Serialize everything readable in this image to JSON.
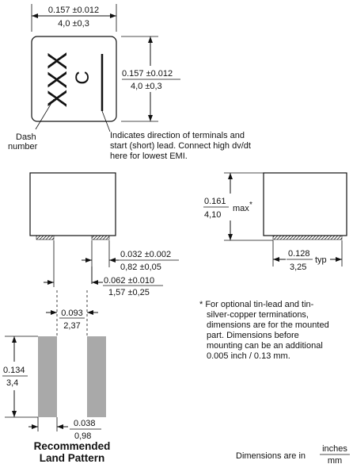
{
  "top_view": {
    "width_inch": "0.157 ±0.012",
    "width_mm": "4,0 ±0,3",
    "height_inch": "0.157 ±0.012",
    "height_mm": "4,0 ±0,3",
    "marking_dash": "XXX",
    "marking_letter": "C",
    "dash_label_line1": "Dash",
    "dash_label_line2": "number",
    "terminal_note_line1": "Indicates direction of terminals and",
    "terminal_note_line2": "start (short) lead. Connect high dv/dt",
    "terminal_note_line3": "here for lowest EMI."
  },
  "front_view": {
    "terminal_width_inch": "0.032 ±0.002",
    "terminal_width_mm": "0,82 ±0,05",
    "terminal_outer_inch": "0.062 ±0.010",
    "terminal_outer_mm": "1,57 ±0,25"
  },
  "side_view": {
    "height_inch": "0.161",
    "height_mm": "4,10",
    "height_suffix": "max",
    "asterisk": "*",
    "terminal_inch": "0.128",
    "terminal_mm": "3,25",
    "terminal_suffix": "typ"
  },
  "footnote": {
    "line1": "* For optional tin-lead and tin-",
    "line2": "silver-copper terminations,",
    "line3": "dimensions are for the mounted",
    "line4": "part. Dimensions before",
    "line5": "mounting can be an additional",
    "line6": "0.005 inch / 0.13 mm."
  },
  "land_pattern": {
    "gap_inch": "0.093",
    "gap_mm": "2,37",
    "height_inch": "0.134",
    "height_mm": "3,4",
    "pad_width_inch": "0.038",
    "pad_width_mm": "0,98",
    "title_line1": "Recommended",
    "title_line2": "Land Pattern",
    "pad_color": "#a9a9a9"
  },
  "units_note": {
    "prefix": "Dimensions are in",
    "numerator": "inches",
    "denominator": "mm"
  }
}
